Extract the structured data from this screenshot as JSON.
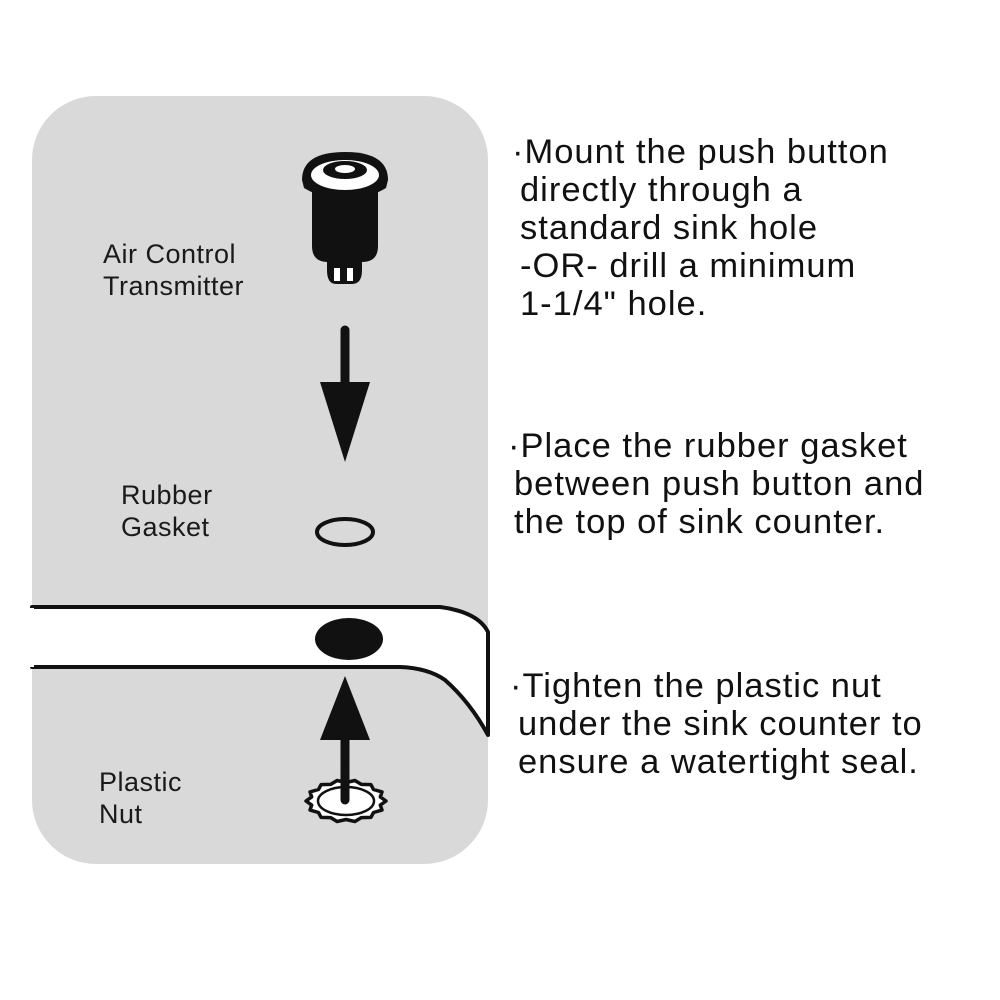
{
  "labels": {
    "transmitter": [
      "Air Control",
      "Transmitter"
    ],
    "gasket": [
      "Rubber",
      "Gasket"
    ],
    "nut": [
      "Plastic",
      "Nut"
    ]
  },
  "steps": [
    [
      "·Mount the push button",
      "directly through a",
      "standard sink hole",
      "-OR- drill a minimum",
      "1-1/4\" hole."
    ],
    [
      "·Place the rubber gasket",
      "between push button and",
      "the top of sink counter."
    ],
    [
      "·Tighten the plastic nut",
      "under the sink counter to",
      "ensure a watertight seal."
    ]
  ],
  "colors": {
    "panel": "#d9d9d9",
    "counter": "#ffffff",
    "ink": "#111111"
  },
  "icons": [
    "transmitter-icon",
    "arrow-down-icon",
    "gasket-icon",
    "sink-hole-icon",
    "arrow-up-icon",
    "nut-icon"
  ]
}
